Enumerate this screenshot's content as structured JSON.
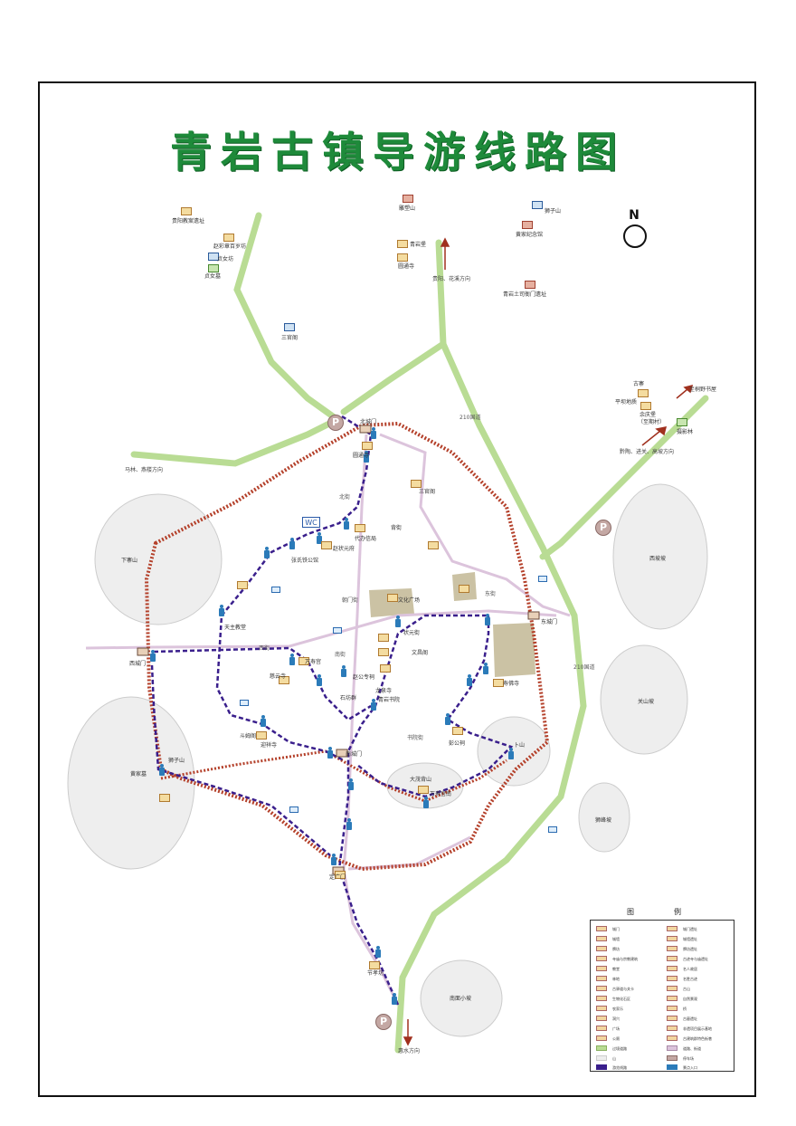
{
  "title": "青岩古镇导游线路图",
  "compass": "N",
  "colors": {
    "title": "#1e8a3a",
    "highway": "#b9dc94",
    "lane": "#dcc4dc",
    "wall": "#b4402a",
    "route": "#3a1f8c",
    "mountain": "#eeeeee",
    "scenic": "#cbc2a4"
  },
  "mountains": [
    {
      "name": "下寨山"
    },
    {
      "name": "西坡坡"
    },
    {
      "name": "关山坡"
    },
    {
      "name": "大茂背山"
    },
    {
      "name": "狮峰坡"
    },
    {
      "name": "南面小坡"
    },
    {
      "name": "卜山"
    }
  ],
  "gates": [
    {
      "name": "北城门"
    },
    {
      "name": "西城门"
    },
    {
      "name": "东城门"
    },
    {
      "name": "南城门"
    },
    {
      "name": "定广门"
    }
  ],
  "attractions": [
    {
      "name": "万寿宫"
    },
    {
      "name": "慈云寺"
    },
    {
      "name": "赵状元府"
    },
    {
      "name": "张氏铁公馆"
    },
    {
      "name": "代办信局"
    },
    {
      "name": "文化广场"
    },
    {
      "name": "天主教堂"
    },
    {
      "name": "寿佛寺"
    },
    {
      "name": "青岩书院"
    },
    {
      "name": "迎祥寺"
    },
    {
      "name": "文昌阁"
    },
    {
      "name": "背街"
    },
    {
      "name": "状元街"
    },
    {
      "name": "龙泉寺"
    },
    {
      "name": "赵公专祠"
    },
    {
      "name": "石坊群"
    },
    {
      "name": "斗姆阁"
    },
    {
      "name": "节孝坊"
    },
    {
      "name": "彭公祠"
    },
    {
      "name": "圆通寺"
    },
    {
      "name": "三官阁"
    },
    {
      "name": "黄家墓"
    },
    {
      "name": "狮子山"
    },
    {
      "name": "万寿宫南"
    }
  ],
  "streets": [
    {
      "name": "北街"
    },
    {
      "name": "西街"
    },
    {
      "name": "南街"
    },
    {
      "name": "东街"
    },
    {
      "name": "书院街"
    },
    {
      "name": "朝门街"
    }
  ],
  "roads": [
    {
      "name": "210国道"
    },
    {
      "name": "210国道"
    }
  ],
  "directions": [
    {
      "name": "马林、燕楼方向"
    },
    {
      "name": "贵阳、花溪方向"
    },
    {
      "name": "黔陶、进关、高坡方向"
    },
    {
      "name": "惠水方向"
    },
    {
      "name": "至桐野书屋"
    }
  ],
  "far_pois": [
    {
      "name": "贵阳教案遗址"
    },
    {
      "name": "赵彩章百岁坊"
    },
    {
      "name": "贞女坊"
    },
    {
      "name": "贞女墓"
    },
    {
      "name": "三官阁"
    },
    {
      "name": "青岩堡"
    },
    {
      "name": "圆通寺"
    },
    {
      "name": "雕塑山"
    },
    {
      "name": "狮子山"
    },
    {
      "name": "黄家纪念馆"
    },
    {
      "name": "青岩土司衙门遗址"
    },
    {
      "name": "古寨"
    },
    {
      "name": "平坝地质"
    },
    {
      "name": "余庆堡"
    },
    {
      "name": "（至期村）"
    },
    {
      "name": "摄影林"
    }
  ],
  "legend": {
    "title": "图　例",
    "items": [
      {
        "label": "城门"
      },
      {
        "label": "城门遗址"
      },
      {
        "label": "城墙"
      },
      {
        "label": "城墙遗址"
      },
      {
        "label": "牌坊"
      },
      {
        "label": "牌坊遗址"
      },
      {
        "label": "寺庙与宗教建筑"
      },
      {
        "label": "古迹寺与庙遗址"
      },
      {
        "label": "教堂"
      },
      {
        "label": "名人故居"
      },
      {
        "label": "林地"
      },
      {
        "label": "名胜古迹"
      },
      {
        "label": "古驿道与关卡"
      },
      {
        "label": "古山"
      },
      {
        "label": "生物化石区"
      },
      {
        "label": "自然景观"
      },
      {
        "label": "农家乐"
      },
      {
        "label": "桥"
      },
      {
        "label": "洞穴"
      },
      {
        "label": "古墓遗址"
      },
      {
        "label": "广场"
      },
      {
        "label": "非遗项目展示基地"
      },
      {
        "label": "公厕"
      },
      {
        "label": "古建筑群特色街巷"
      },
      {
        "label": "过境道路"
      },
      {
        "label": "道路、街道"
      },
      {
        "label": "山"
      },
      {
        "label": "停车场"
      },
      {
        "label": "游览线路"
      },
      {
        "label": "景点入口"
      }
    ]
  }
}
